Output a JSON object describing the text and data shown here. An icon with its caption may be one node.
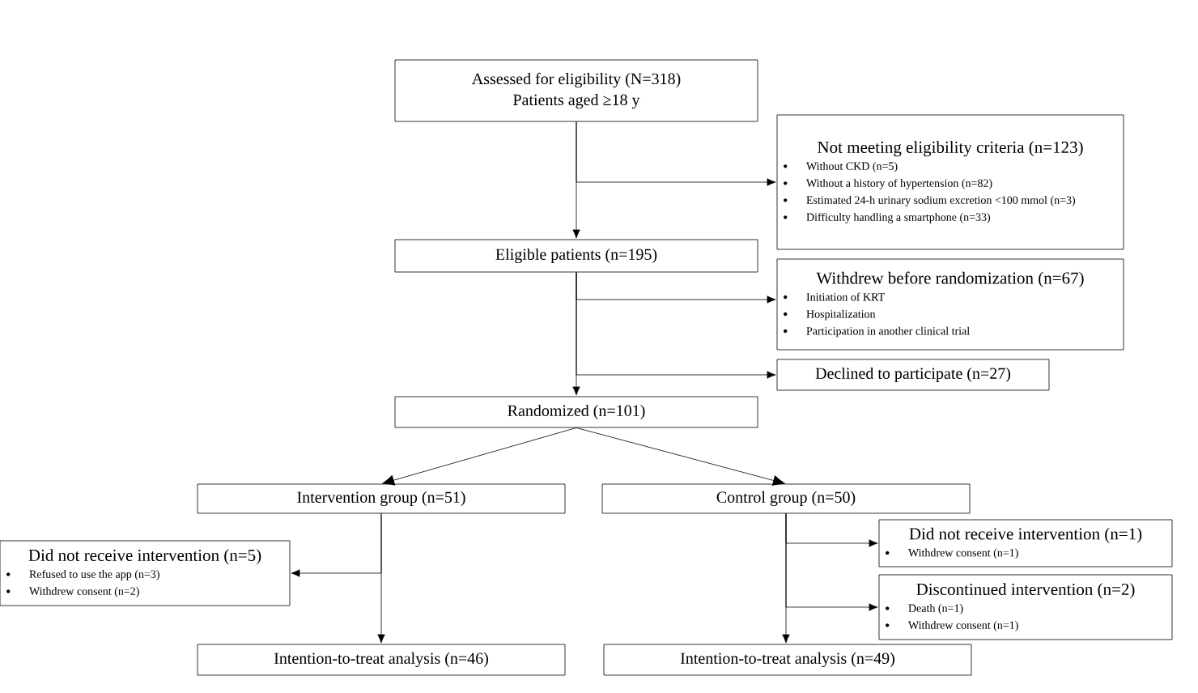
{
  "diagram": {
    "nodes": [
      {
        "text": [
          "Assessed for eligibility (N=318)",
          "Patients aged ≥18 y"
        ]
      },
      {
        "text": [
          "Not meeting eligibility criteria (n=123)",
          "Without CKD (n=5)",
          "Without a history of hypertension (n=82)",
          "Estimated 24-h urinary sodium excretion <100 mmol (n=3)",
          "Difficulty handling a smartphone (n=33)"
        ]
      },
      {
        "text": [
          "Eligible patients (n=195)"
        ]
      },
      {
        "text": [
          "Withdrew before randomization (n=67)",
          "Initiation of KRT",
          "Hospitalization",
          "Participation in another clinical trial"
        ]
      },
      {
        "text": [
          "Declined to participate (n=27)"
        ]
      },
      {
        "text": [
          "Randomized (n=101)"
        ]
      },
      {
        "text": [
          "Intervention group (n=51)"
        ]
      },
      {
        "text": [
          "Control group (n=50)"
        ]
      },
      {
        "text": [
          "Did not receive intervention (n=5)",
          "Refused to use the app (n=3)",
          "Withdrew consent (n=2)"
        ]
      },
      {
        "text": [
          "Did not receive intervention (n=1)",
          "Withdrew consent (n=1)"
        ]
      },
      {
        "text": [
          "Discontinued intervention (n=2)",
          "Death (n=1)",
          "Withdrew consent (n=1)"
        ]
      },
      {
        "text": [
          "Intention-to-treat analysis (n=46)"
        ]
      },
      {
        "text": [
          "Intention-to-treat analysis (n=49)"
        ]
      }
    ],
    "edges": [
      {
        "from": 0,
        "to": 2,
        "arrow": "to"
      },
      {
        "from": 0,
        "to": 1,
        "arrow": "to"
      },
      {
        "from": 2,
        "to": 5,
        "arrow": "to"
      },
      {
        "from": 2,
        "to": 3,
        "arrow": "to"
      },
      {
        "from": 2,
        "to": 4,
        "arrow": "to"
      },
      {
        "from": 5,
        "to": 6,
        "arrow": "to"
      },
      {
        "from": 5,
        "to": 7,
        "arrow": "to"
      },
      {
        "from": 6,
        "to": 11,
        "arrow": "to"
      },
      {
        "from": 6,
        "to": 8,
        "arrow": "to"
      },
      {
        "from": 7,
        "to": 12,
        "arrow": "to"
      },
      {
        "from": 7,
        "to": 9,
        "arrow": "to"
      },
      {
        "from": 7,
        "to": 10,
        "arrow": "to"
      }
    ]
  }
}
